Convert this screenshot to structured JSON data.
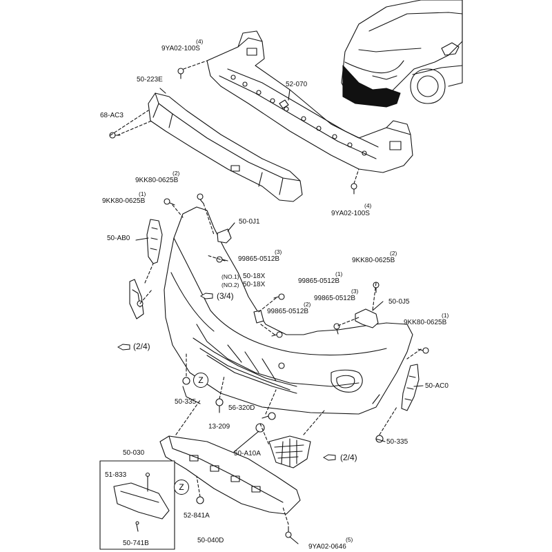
{
  "parts": {
    "p_9ya02_100s_top": {
      "code": "9YA02-100S",
      "qty": "(4)"
    },
    "p_50_223e": {
      "code": "50-223E"
    },
    "p_68_ac3": {
      "code": "68-AC3"
    },
    "p_52_070": {
      "code": "52-070"
    },
    "p_9ya02_100s_right": {
      "code": "9YA02-100S",
      "qty": "(4)"
    },
    "p_9kk80_0625b_a": {
      "code": "9KK80-0625B",
      "qty": "(2)"
    },
    "p_9kk80_0625b_b": {
      "code": "9KK80-0625B",
      "qty": "(1)"
    },
    "p_50_0j1": {
      "code": "50-0J1"
    },
    "p_50_ab0": {
      "code": "50-AB0"
    },
    "p_99865_0512b_a": {
      "code": "99865-0512B",
      "qty": "(3)"
    },
    "p_9kk80_0625b_c": {
      "code": "9KK80-0625B",
      "qty": "(2)"
    },
    "p_50_18x_1": {
      "code": "50-18X",
      "note": "(NO.1)"
    },
    "p_50_18x_2": {
      "code": "50-18X",
      "note": "(NO.2)"
    },
    "p_99865_0512b_b": {
      "code": "99865-0512B",
      "qty": "(1)"
    },
    "p_99865_0512b_c": {
      "code": "99865-0512B",
      "qty": "(3)"
    },
    "p_50_0j5": {
      "code": "50-0J5"
    },
    "p_99865_0512b_d": {
      "code": "99865-0512B",
      "qty": "(2)"
    },
    "p_9kk80_0625b_d": {
      "code": "9KK80-0625B",
      "qty": "(1)"
    },
    "p_50_ac0": {
      "code": "50-AC0"
    },
    "p_50_335_left": {
      "code": "50-335"
    },
    "p_13_209": {
      "code": "13-209"
    },
    "p_56_320d": {
      "code": "56-320D"
    },
    "p_50_a10a": {
      "code": "50-A10A"
    },
    "p_50_335_right": {
      "code": "50-335"
    },
    "p_50_030": {
      "code": "50-030"
    },
    "p_51_833": {
      "code": "51-833"
    },
    "p_52_841a": {
      "code": "52-841A"
    },
    "p_50_741b": {
      "code": "50-741B"
    },
    "p_50_040d": {
      "code": "50-040D"
    },
    "p_9ya02_0646": {
      "code": "9YA02-0646",
      "qty": "(5)"
    }
  },
  "refs": {
    "page_3_4": "(3/4)",
    "page_2_4_left": "(2/4)",
    "page_2_4_right": "(2/4)",
    "z_mark_1": "Z",
    "z_mark_2": "Z"
  }
}
